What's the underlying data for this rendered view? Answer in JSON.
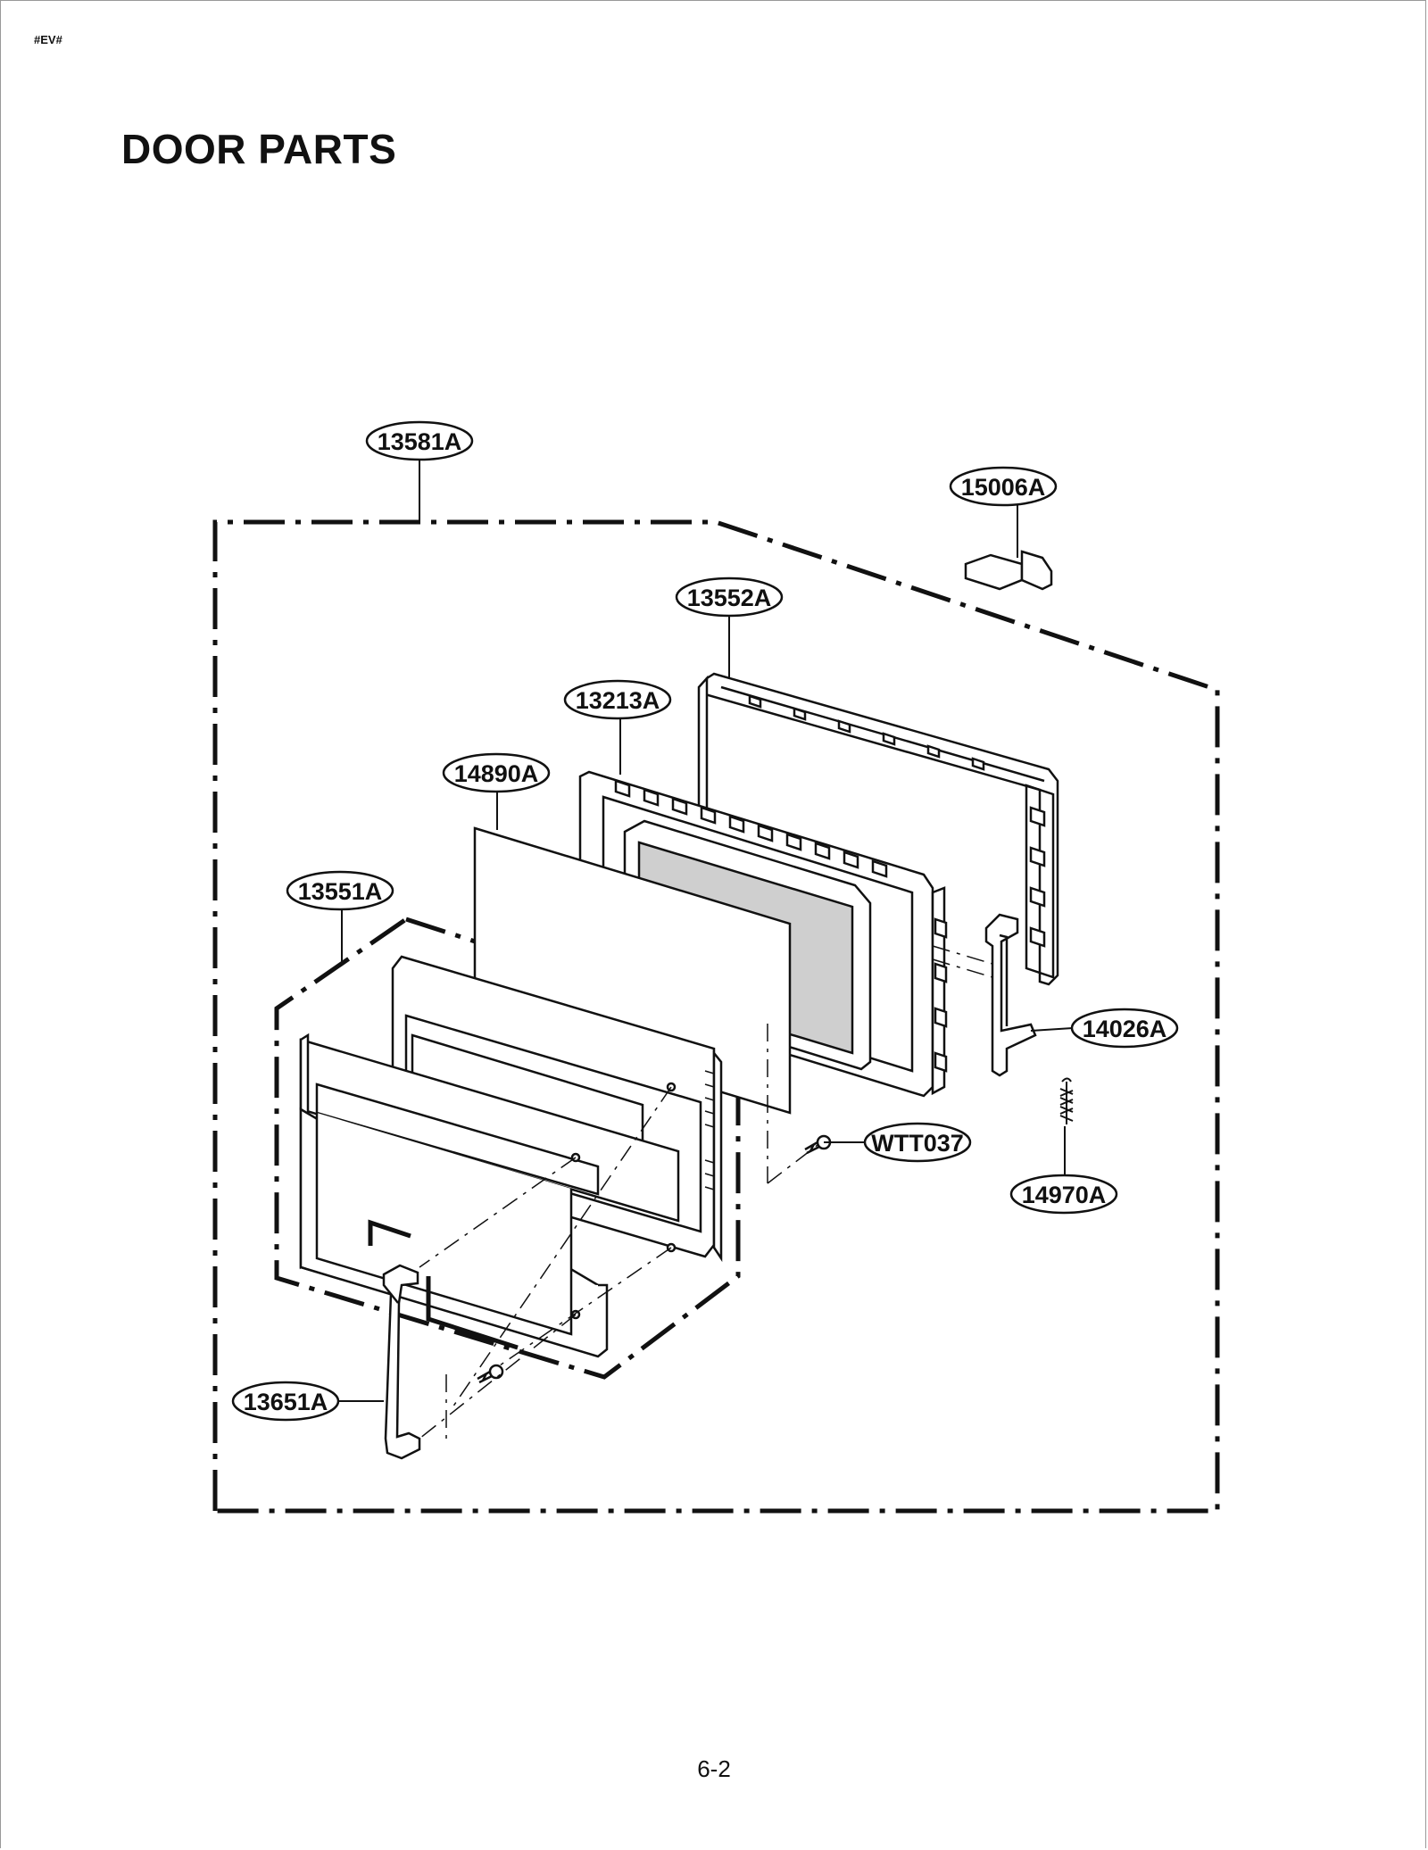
{
  "header": {
    "doc_code": "#EV#",
    "title": "DOOR PARTS"
  },
  "footer": {
    "page_number": "6-2"
  },
  "callouts": {
    "door_assembly": "13581A",
    "latch_key": "15006A",
    "choke_cover": "13552A",
    "door_frame": "13213A",
    "door_glass": "14890A",
    "door_panel_assembly": "13551A",
    "latch_lever": "14026A",
    "screw": "WTT037",
    "spring": "14970A",
    "handle": "13651A"
  },
  "colors": {
    "line": "#111111",
    "window_fill": "#cfcfcf",
    "background": "#ffffff"
  }
}
